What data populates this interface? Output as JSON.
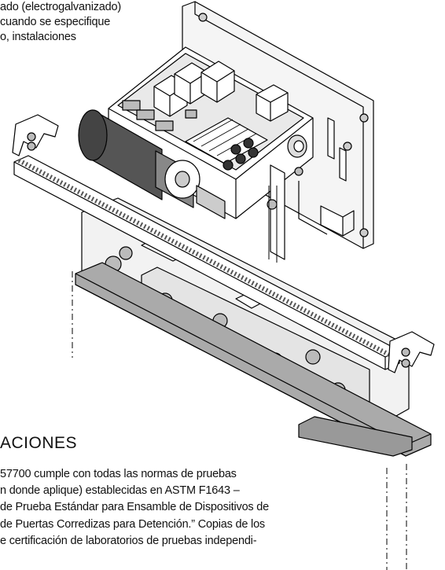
{
  "intro_lines": [
    "ado (electrogalvanizado)",
    "cuando se especifique",
    "o, instalaciones"
  ],
  "section_heading": "ACIONES",
  "body_lines": [
    "57700 cumple con todas las normas de pruebas",
    "n donde aplique) establecidas en ASTM F1643 –",
    "de Prueba Estándar para Ensamble de Dispositivos de",
    " de Puertas Corredizas para Detención.” Copias de los",
    "e certificación de laboratorios de pruebas independi-"
  ]
}
